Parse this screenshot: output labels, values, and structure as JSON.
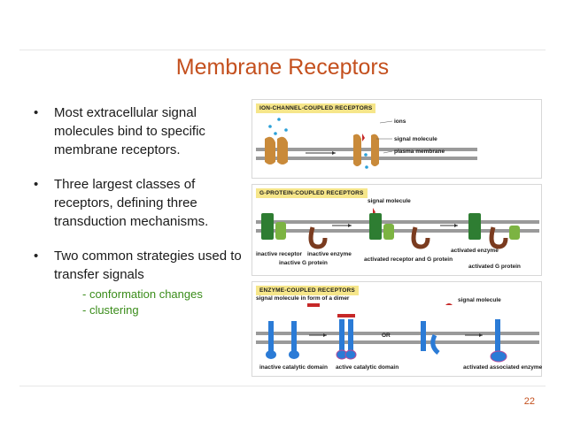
{
  "slide": {
    "title": "Membrane Receptors",
    "page_number": "22"
  },
  "bullets": [
    {
      "symbol": "•",
      "text": "Most extracellular signal molecules bind to specific membrane receptors."
    },
    {
      "symbol": "•",
      "text": "Three largest classes of receptors, defining three transduction mechanisms."
    },
    {
      "symbol": "•",
      "text": "Two common strategies used to transfer signals",
      "subs": [
        "- conformation changes",
        "- clustering"
      ]
    }
  ],
  "panels": {
    "ion": {
      "tag": "ION-CHANNEL-COUPLED RECEPTORS",
      "labels": {
        "ions": "ions",
        "signal": "signal molecule",
        "membrane": "plasma membrane"
      }
    },
    "gprotein": {
      "tag": "G-PROTEIN-COUPLED RECEPTORS",
      "labels": {
        "signal": "signal molecule",
        "inactive_receptor": "inactive receptor",
        "inactive_gprotein": "inactive G protein",
        "inactive_enzyme": "inactive enzyme",
        "activated_receptor": "activated receptor and G protein",
        "activated_enzyme": "activated enzyme",
        "activated_gprotein": "activated G protein"
      }
    },
    "enzyme": {
      "tag": "ENZYME-COUPLED RECEPTORS",
      "labels": {
        "dimer": "signal molecule in form of a dimer",
        "signal": "signal molecule",
        "or": "OR",
        "inactive_domain": "inactive catalytic domain",
        "active_domain": "active catalytic domain",
        "activated_enzyme": "activated associated enzyme"
      }
    }
  },
  "colors": {
    "title": "#c4501e",
    "sub_bullets": "#3a8c1a",
    "membrane": "#8a8a8a",
    "ion_channel": "#c98a3a",
    "receptor_green": "#2e7d32",
    "gprotein_light": "#7cb342",
    "enzyme_brown": "#7a3b1f",
    "enzyme_blue": "#2b7bd6",
    "signal_red": "#c62828",
    "ion_dots": "#2aa0d8"
  }
}
